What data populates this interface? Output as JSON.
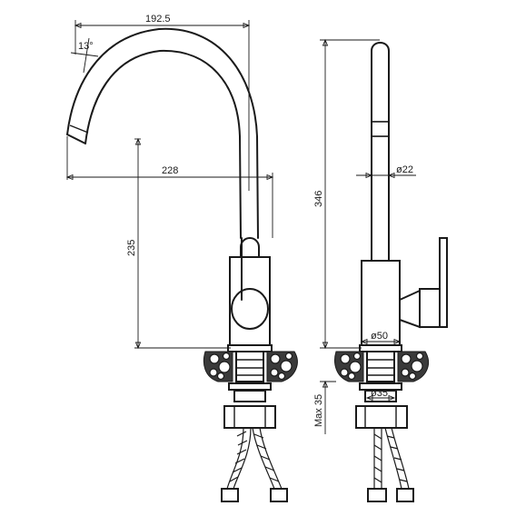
{
  "dimensions": {
    "spout_reach": "192.5",
    "spout_angle": "13°",
    "spout_height_reach": "228",
    "handle_height": "235",
    "overall_height": "346",
    "tube_diameter": "ø22",
    "body_diameter": "ø50",
    "shank_diameter": "ø35",
    "max_thickness": "Max 35"
  },
  "colors": {
    "line": "#1a1a1a",
    "background": "#ffffff",
    "stone": "#3a3a3a"
  }
}
